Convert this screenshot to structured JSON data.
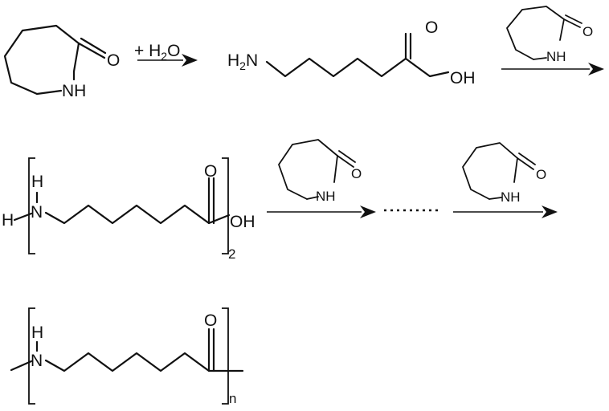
{
  "reactant": {
    "atom_o": "O",
    "atom_nh": "NH"
  },
  "step1": {
    "reagent_plus": "+ H",
    "reagent_sub": "2",
    "reagent_o": "O"
  },
  "aminoacid": {
    "amine_h": "H",
    "amine_sub": "2",
    "amine_n": "N",
    "atom_o": "O",
    "atom_oh": "OH"
  },
  "monomer_label": {
    "atom_o": "O",
    "atom_nh": "NH"
  },
  "dimer": {
    "atom_h_end": "H",
    "atom_h": "H",
    "atom_n": "N",
    "atom_o": "O",
    "atom_oh": "OH",
    "repeat_count": "2"
  },
  "polymer": {
    "atom_h": "H",
    "atom_n": "N",
    "atom_o": "O",
    "repeat_count": "n"
  }
}
